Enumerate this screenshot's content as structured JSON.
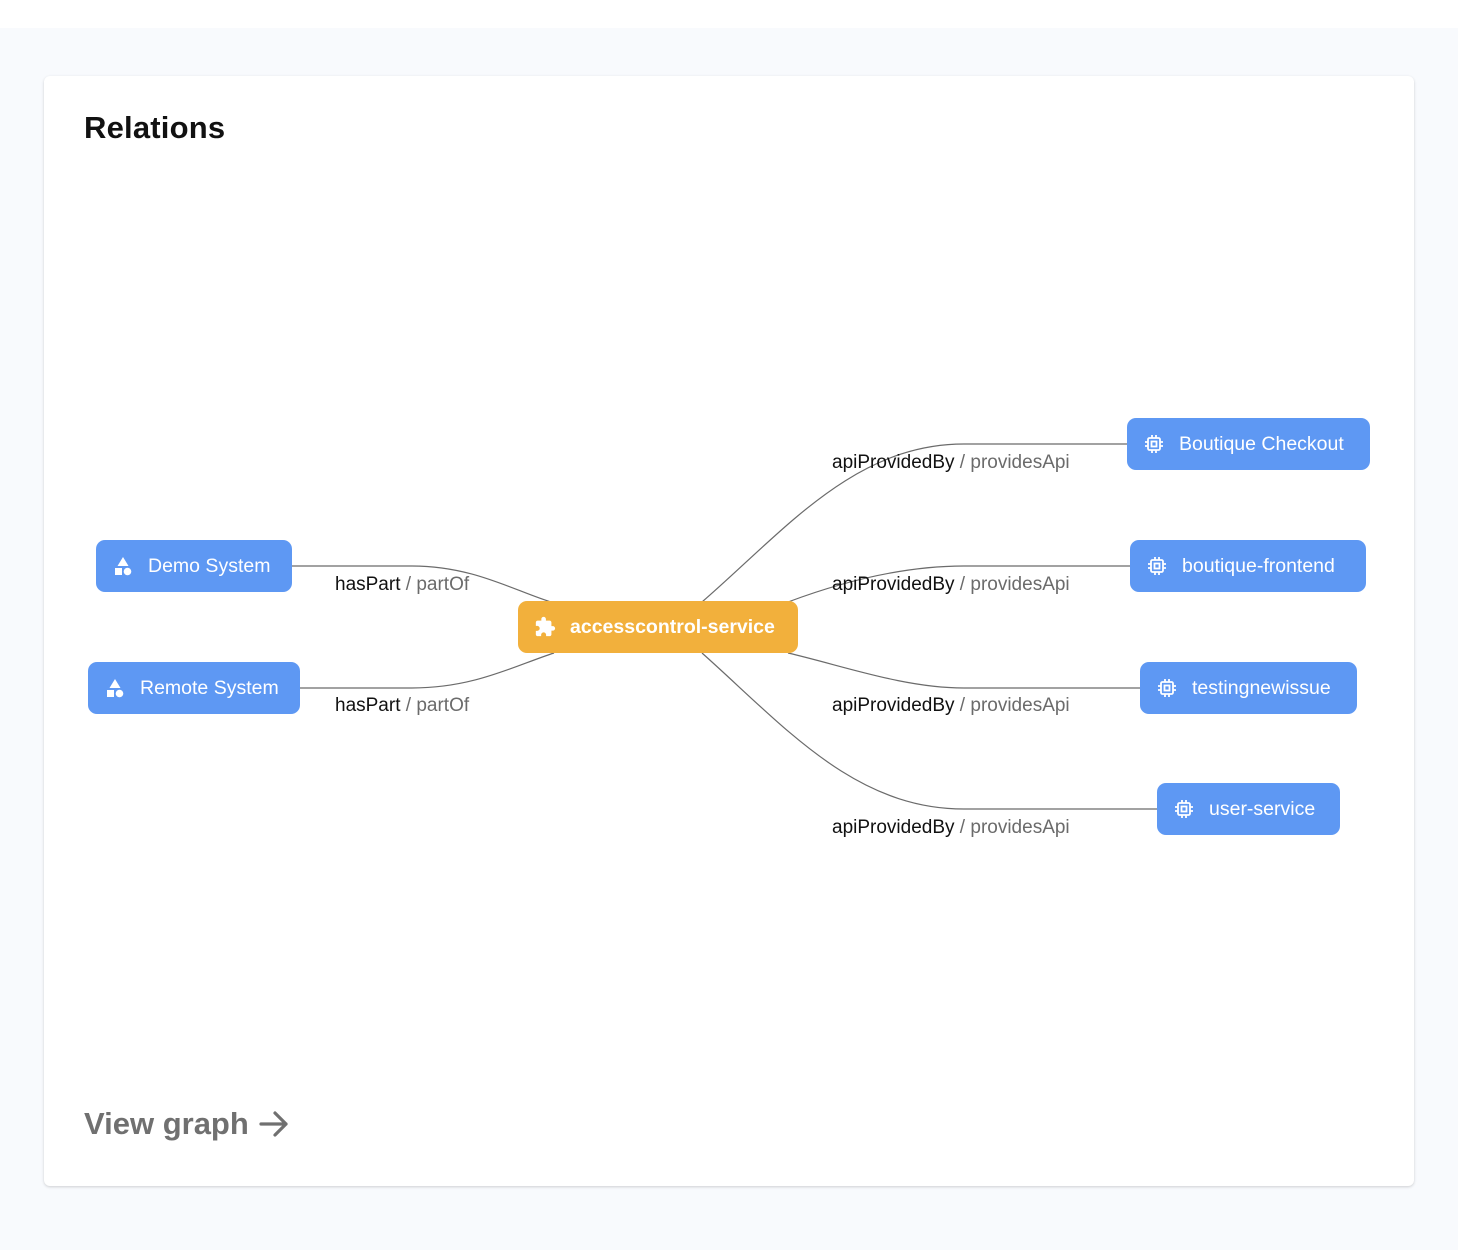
{
  "card": {
    "title": "Relations",
    "view_graph_label": "View graph"
  },
  "graph": {
    "center": {
      "label": "accesscontrol-service",
      "icon": "puzzle-icon",
      "color": "#f2b03c"
    },
    "left_nodes": [
      {
        "label": "Demo System",
        "icon": "system-shapes-icon",
        "relation": "hasPart",
        "inverse": "partOf"
      },
      {
        "label": "Remote System",
        "icon": "system-shapes-icon",
        "relation": "hasPart",
        "inverse": "partOf"
      }
    ],
    "right_nodes": [
      {
        "label": "Boutique Checkout",
        "icon": "chip-icon",
        "relation": "apiProvidedBy",
        "inverse": "providesApi"
      },
      {
        "label": "boutique-frontend",
        "icon": "chip-icon",
        "relation": "apiProvidedBy",
        "inverse": "providesApi"
      },
      {
        "label": "testingnewissue",
        "icon": "chip-icon",
        "relation": "apiProvidedBy",
        "inverse": "providesApi"
      },
      {
        "label": "user-service",
        "icon": "chip-icon",
        "relation": "apiProvidedBy",
        "inverse": "providesApi"
      }
    ],
    "separator": " / ",
    "node_color": "#5e98f3",
    "edge_color": "#6b6b6b"
  }
}
